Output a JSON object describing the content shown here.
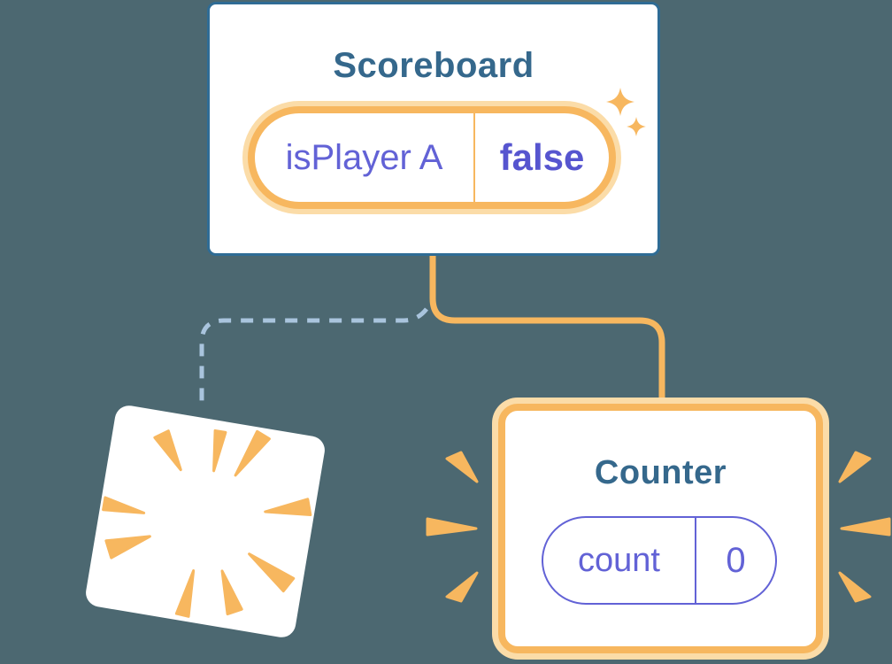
{
  "colors": {
    "bg": "#4C6871",
    "blue_border": "#2F6C95",
    "heading": "#35688C",
    "orange": "#F7B75F",
    "orange_light": "#FBDCA8",
    "purple": "#6262D6",
    "purple_bold": "#5655CF",
    "dash": "#A9C4DD"
  },
  "scoreboard": {
    "title": "Scoreboard",
    "state_pill": {
      "name": "isPlayer A",
      "value": "false"
    },
    "icon": "sparkles-icon"
  },
  "counter": {
    "title": "Counter",
    "state_pill": {
      "name": "count",
      "value": "0"
    },
    "icon": "emphasis-burst-icon"
  },
  "destroyed_card": {
    "icon": "explosion-burst-icon"
  }
}
